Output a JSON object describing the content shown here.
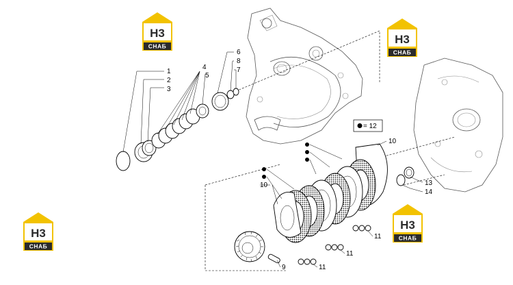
{
  "logos": [
    {
      "id": "logo-top-left",
      "big": "H3",
      "small": "СНАБ"
    },
    {
      "id": "logo-top-right",
      "big": "H3",
      "small": "СНАБ"
    },
    {
      "id": "logo-bottom-left",
      "big": "H3",
      "small": "СНАБ"
    },
    {
      "id": "logo-bottom-right",
      "big": "H3",
      "small": "СНАБ"
    }
  ],
  "legend": {
    "label": "= 12"
  },
  "callouts": {
    "c1": "1",
    "c2": "2",
    "c3": "3",
    "c4": "4",
    "c5": "5",
    "c6": "6",
    "c7": "7",
    "c8": "8",
    "c9": "9",
    "c10a": "10",
    "c10b": "10",
    "c11a": "11",
    "c11b": "11",
    "c11c": "11",
    "c13": "13",
    "c14": "14"
  },
  "colors": {
    "logo_yellow": "#f2c200",
    "logo_dark": "#2b2b2b",
    "line": "#000000",
    "housing": "#777777"
  }
}
